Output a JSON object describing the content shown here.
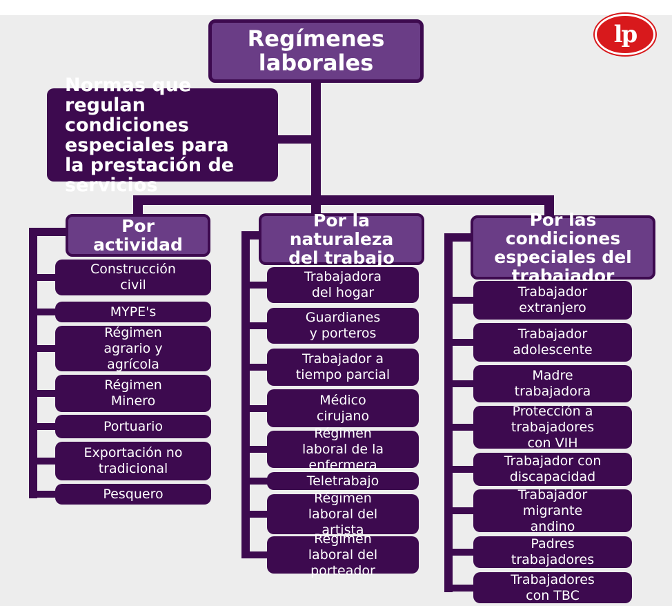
{
  "logo": {
    "text": "lp",
    "color": "#d8191c"
  },
  "colors": {
    "dark": "#3d0a4f",
    "category": "#6a3d86",
    "background": "#ededed"
  },
  "root": {
    "title": "Regímenes\nlaborales"
  },
  "definition": {
    "text": "Normas que\nregulan\ncondiciones\nespeciales para\nla prestación de\nservicios"
  },
  "categories": [
    {
      "label": "Por\nactividad",
      "items": [
        "Construcción\ncivil",
        "MYPE's",
        "Régimen\nagrario y\nagrícola",
        "Régimen\nMinero",
        "Portuario",
        "Exportación no\ntradicional",
        "Pesquero"
      ]
    },
    {
      "label": "Por la\nnaturaleza\ndel trabajo",
      "items": [
        "Trabajadora\ndel hogar",
        "Guardianes\ny porteros",
        "Trabajador a\ntiempo parcial",
        "Médico\ncirujano",
        "Régimen\nlaboral de la\nenfermera",
        "Teletrabajo",
        "Régimen\nlaboral del\nartista",
        "Régimen\nlaboral del\nporteador"
      ]
    },
    {
      "label": "Por las\ncondiciones\nespeciales del\ntrabajador",
      "items": [
        "Trabajador\nextranjero",
        "Trabajador\nadolescente",
        "Madre\ntrabajadora",
        "Protección a\ntrabajadores\ncon VIH",
        "Trabajador con\ndiscapacidad",
        "Trabajador\nmigrante\nandino",
        "Padres\ntrabajadores",
        "Trabajadores\ncon TBC"
      ]
    }
  ]
}
